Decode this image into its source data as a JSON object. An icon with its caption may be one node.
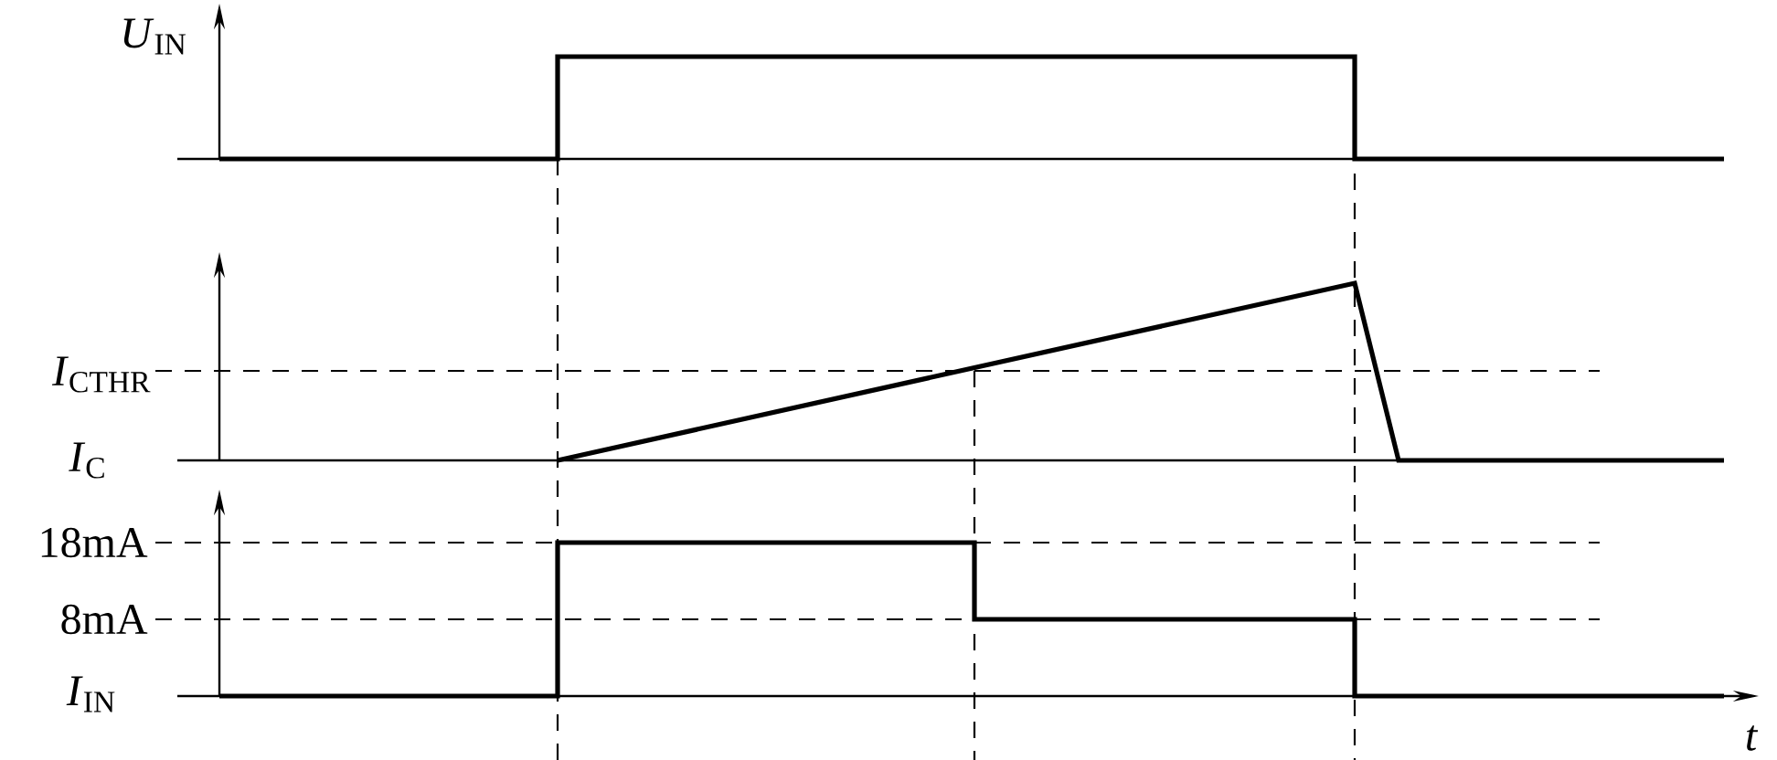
{
  "diagram": {
    "labels": [
      "*U*$_{IN}$",
      "*I*$_{CTHR}$",
      "*I*$_{C}$",
      "18mA",
      "8mA",
      "*I*$_{IN}$",
      "*t*"
    ]
  }
}
